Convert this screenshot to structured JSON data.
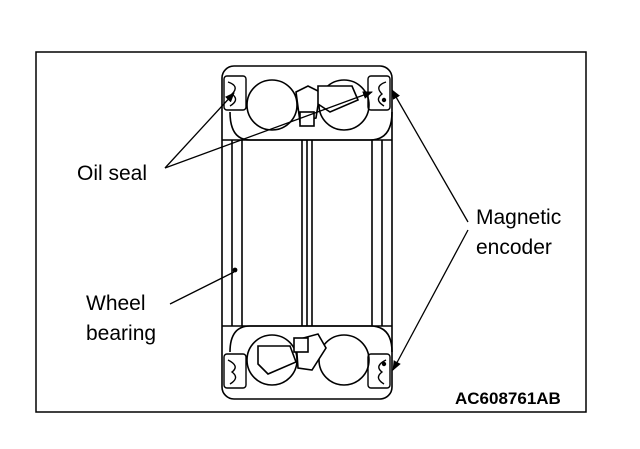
{
  "labels": {
    "oil_seal": "Oil seal",
    "magnetic_line1": "Magnetic",
    "magnetic_line2": "encoder",
    "wheel_line1": "Wheel",
    "wheel_line2": "bearing",
    "figure_code": "AC608761AB"
  },
  "colors": {
    "line": "#000000",
    "background": "#ffffff"
  }
}
